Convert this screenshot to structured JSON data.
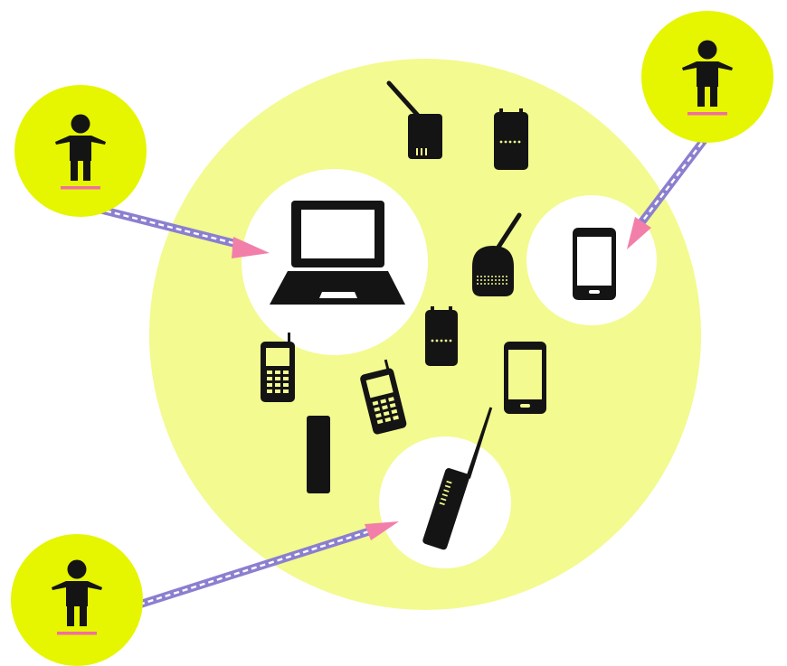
{
  "colors": {
    "background": "#ffffff",
    "device_field": "#f3fa8f",
    "user_circle": "#e6f500",
    "highlight_circle": "#ffffff",
    "device": "#141414",
    "link_line": "#8b7fd0",
    "link_dash": "#ffffff",
    "arrow_head": "#f27fa9",
    "user_base": "#f06fa0"
  },
  "users": [
    {
      "name": "user-left-top",
      "icon": "person-icon",
      "target": "laptop"
    },
    {
      "name": "user-right-top",
      "icon": "person-icon",
      "target": "smartphone"
    },
    {
      "name": "user-left-bottom",
      "icon": "person-icon",
      "target": "walkie-talkie"
    }
  ],
  "devices": [
    {
      "name": "laptop",
      "icon": "laptop-icon",
      "highlighted": true
    },
    {
      "name": "smartphone",
      "icon": "smartphone-icon",
      "highlighted": true
    },
    {
      "name": "walkie-talkie",
      "icon": "walkie-talkie-icon",
      "highlighted": true
    },
    {
      "name": "router-antenna",
      "icon": "router-icon",
      "highlighted": false
    },
    {
      "name": "access-point-top",
      "icon": "access-point-icon",
      "highlighted": false
    },
    {
      "name": "iot-hub",
      "icon": "iot-hub-icon",
      "highlighted": false
    },
    {
      "name": "access-point-middle",
      "icon": "access-point-icon",
      "highlighted": false
    },
    {
      "name": "feature-phone-left",
      "icon": "feature-phone-icon",
      "highlighted": false
    },
    {
      "name": "feature-phone-center",
      "icon": "feature-phone-icon",
      "highlighted": false
    },
    {
      "name": "smartphone-small",
      "icon": "smartphone-icon",
      "highlighted": false
    },
    {
      "name": "usb-stick",
      "icon": "usb-stick-icon",
      "highlighted": false
    }
  ]
}
